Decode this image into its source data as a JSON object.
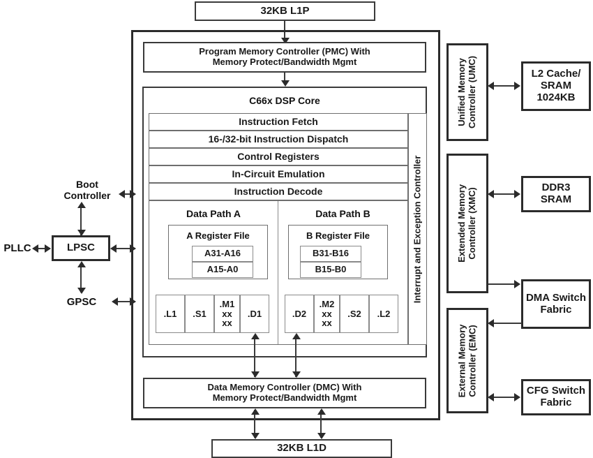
{
  "diagram": {
    "title": "C66x DSP Core Block Diagram",
    "colors": {
      "outline": "#2b2b2b",
      "line": "#3a3a3a",
      "text": "#1a1a1a",
      "background": "#ffffff"
    }
  },
  "memory": {
    "l1p": "32KB L1P",
    "l1d": "32KB L1D"
  },
  "controllers": {
    "pmc_line1": "Program Memory Controller (PMC) With",
    "pmc_line2": "Memory Protect/Bandwidth Mgmt",
    "dmc_line1": "Data Memory Controller (DMC) With",
    "dmc_line2": "Memory Protect/Bandwidth Mgmt"
  },
  "core": {
    "title": "C66x DSP Core",
    "pipeline": [
      "Instruction Fetch",
      "16-/32-bit Instruction Dispatch",
      "Control Registers",
      "In-Circuit Emulation",
      "Instruction Decode"
    ],
    "interrupt_controller": "Interrupt and Exception Controller",
    "datapath_a": {
      "title": "Data Path A",
      "register_file": "A Register File",
      "reg_hi": "A31-A16",
      "reg_lo": "A15-A0",
      "units": [
        {
          "name": ".L1",
          "sub1": "",
          "sub2": ""
        },
        {
          "name": ".S1",
          "sub1": "",
          "sub2": ""
        },
        {
          "name": ".M1",
          "sub1": "xx",
          "sub2": "xx"
        },
        {
          "name": ".D1",
          "sub1": "",
          "sub2": ""
        }
      ]
    },
    "datapath_b": {
      "title": "Data Path B",
      "register_file": "B Register File",
      "reg_hi": "B31-B16",
      "reg_lo": "B15-B0",
      "units": [
        {
          "name": ".D2",
          "sub1": "",
          "sub2": ""
        },
        {
          "name": ".M2",
          "sub1": "xx",
          "sub2": "xx"
        },
        {
          "name": ".S2",
          "sub1": "",
          "sub2": ""
        },
        {
          "name": ".L2",
          "sub1": "",
          "sub2": ""
        }
      ]
    }
  },
  "left_side": {
    "boot_controller_line1": "Boot",
    "boot_controller_line2": "Controller",
    "pllc": "PLLC",
    "lpsc": "LPSC",
    "gpsc": "GPSC"
  },
  "right_controllers": {
    "umc_line1": "Unified Memory",
    "umc_line2": "Controller (UMC)",
    "xmc_line1": "Extended Memory",
    "xmc_line2": "Controller (XMC)",
    "emc_line1": "External Memory",
    "emc_line2": "Controller (EMC)"
  },
  "right_peripherals": {
    "l2_line1": "L2 Cache/",
    "l2_line2": "SRAM",
    "l2_line3": "1024KB",
    "ddr3_line1": "DDR3",
    "ddr3_line2": "SRAM",
    "dma_line1": "DMA Switch",
    "dma_line2": "Fabric",
    "cfg_line1": "CFG Switch",
    "cfg_line2": "Fabric"
  }
}
